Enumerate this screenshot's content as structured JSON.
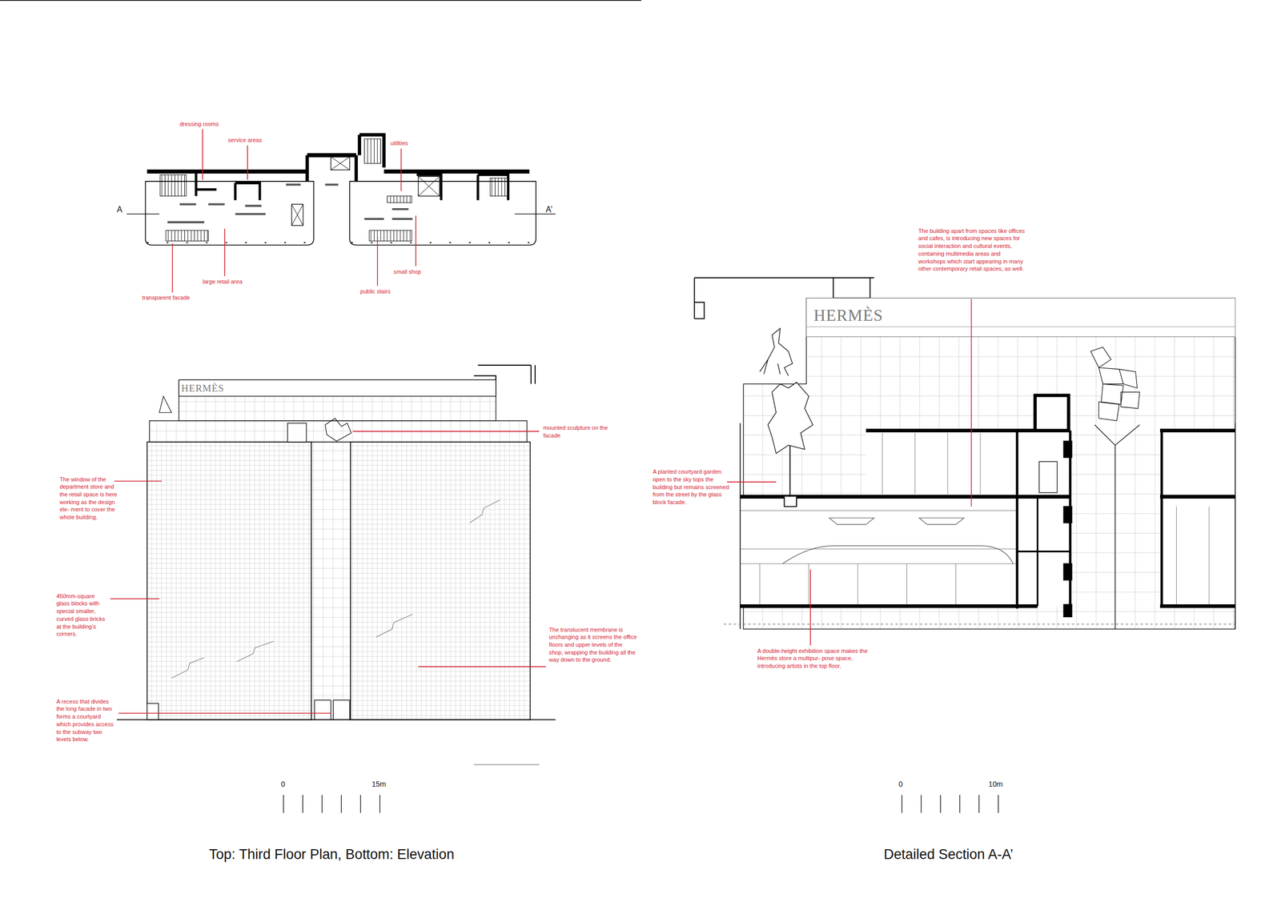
{
  "diagram": {
    "caption": "Top: Third Floor Plan, Bottom: Elevation",
    "labels": [
      "dressing rooms",
      "service areas",
      "utilities",
      "A",
      "A’",
      "small shop",
      "large retail area",
      "public stairs",
      "transparent facade",
      "HERMÈS",
      "mounted sculpture on the facade",
      "The window of the department store and the retail space is here working as the design ele- ment to cover the whole building.",
      "450mm-square glass blocks with special smaller, curved glass bricks at the building’s corners.",
      "The translucent membrane is unchanging as it screens the office floors and upper levels of the shop, wrapping the building all the way down to the ground.",
      "A recess that divides the long facade in two forms a courtyard which provides access to the subway two levels below.",
      "0",
      "15m",
      "The building apart from spaces like offices and cafes, is introducing new spaces for social interaction and cultural events, containing multimedia areas and workshops which start appearing in many other contemporary retail spaces, as well.",
      "HERMÈS",
      "A planted courtyard garden open to the sky tops the building but remains screened from the street by the glass block facade.",
      "A double-height exhibition space makes the Hermès store a multipur- pose space, introducing artists in the top floor.",
      "0",
      "10m",
      "Detailed Section A-A’"
    ]
  }
}
